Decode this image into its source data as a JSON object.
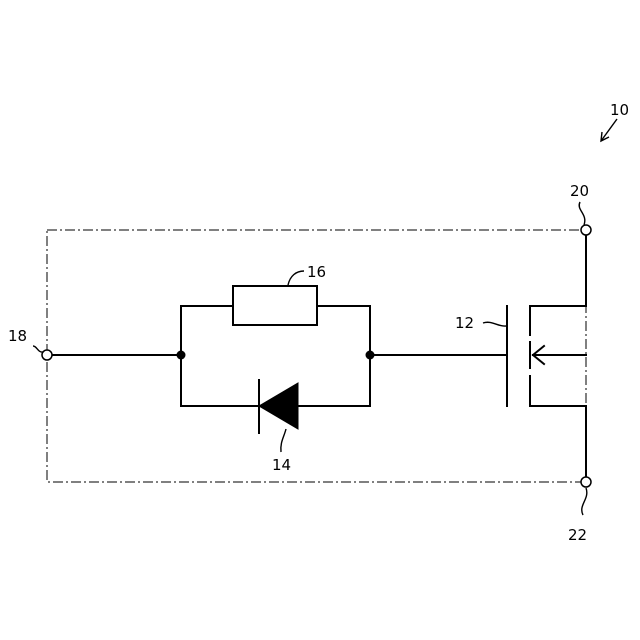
{
  "labels": {
    "device": "10",
    "transistor": "12",
    "diode": "14",
    "resistor": "16",
    "input_terminal": "18",
    "top_terminal": "20",
    "bottom_terminal": "22"
  },
  "colors": {
    "line": "#000000",
    "background": "#ffffff"
  }
}
